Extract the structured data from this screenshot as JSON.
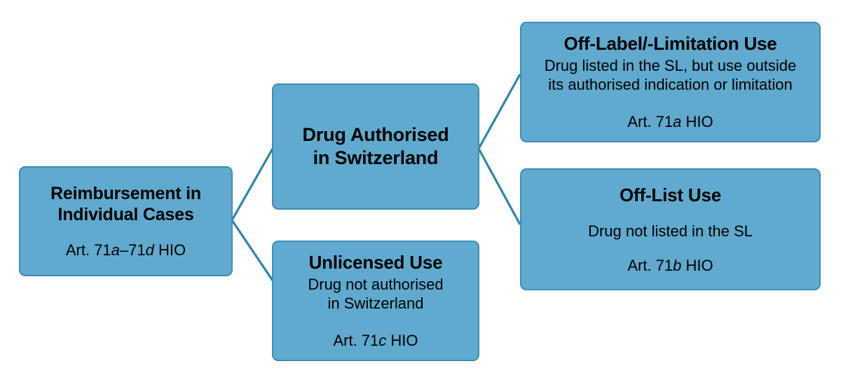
{
  "diagram": {
    "type": "flowchart",
    "orientation": "left-to-right-tree",
    "background_color": "#FFFFFF",
    "node_fill_color": "#5FAACE",
    "node_border_color": "#3B8EB5",
    "connector_color": "#2E86AB",
    "text_color": "#000000",
    "nodes": {
      "root": {
        "title": "Reimbursement in\nIndividual Cases",
        "reference_prefix": "Art. 71",
        "reference_italic_1": "a",
        "reference_middle": "–71",
        "reference_italic_2": "d",
        "reference_suffix": " HIO"
      },
      "authorised": {
        "title": "Drug Authorised\nin Switzerland"
      },
      "unlicensed": {
        "title": "Unlicensed Use",
        "description": "Drug not authorised\nin Switzerland",
        "reference_prefix": "Art. 71",
        "reference_italic": "c",
        "reference_suffix": " HIO"
      },
      "offlabel": {
        "title": "Off-Label/-Limitation Use",
        "description": "Drug listed in the SL, but use outside\nits authorised indication or limitation",
        "reference_prefix": "Art. 71",
        "reference_italic": "a",
        "reference_suffix": " HIO"
      },
      "offlist": {
        "title": "Off-List Use",
        "description": "Drug not listed in the SL",
        "reference_prefix": "Art. 71",
        "reference_italic": "b",
        "reference_suffix": " HIO"
      }
    },
    "connectors": [
      {
        "name": "root-to-authorised",
        "from": "root",
        "to": "authorised"
      },
      {
        "name": "root-to-unlicensed",
        "from": "root",
        "to": "unlicensed"
      },
      {
        "name": "authorised-to-offlabel",
        "from": "authorised",
        "to": "offlabel"
      },
      {
        "name": "authorised-to-offlist",
        "from": "authorised",
        "to": "offlist"
      }
    ]
  }
}
